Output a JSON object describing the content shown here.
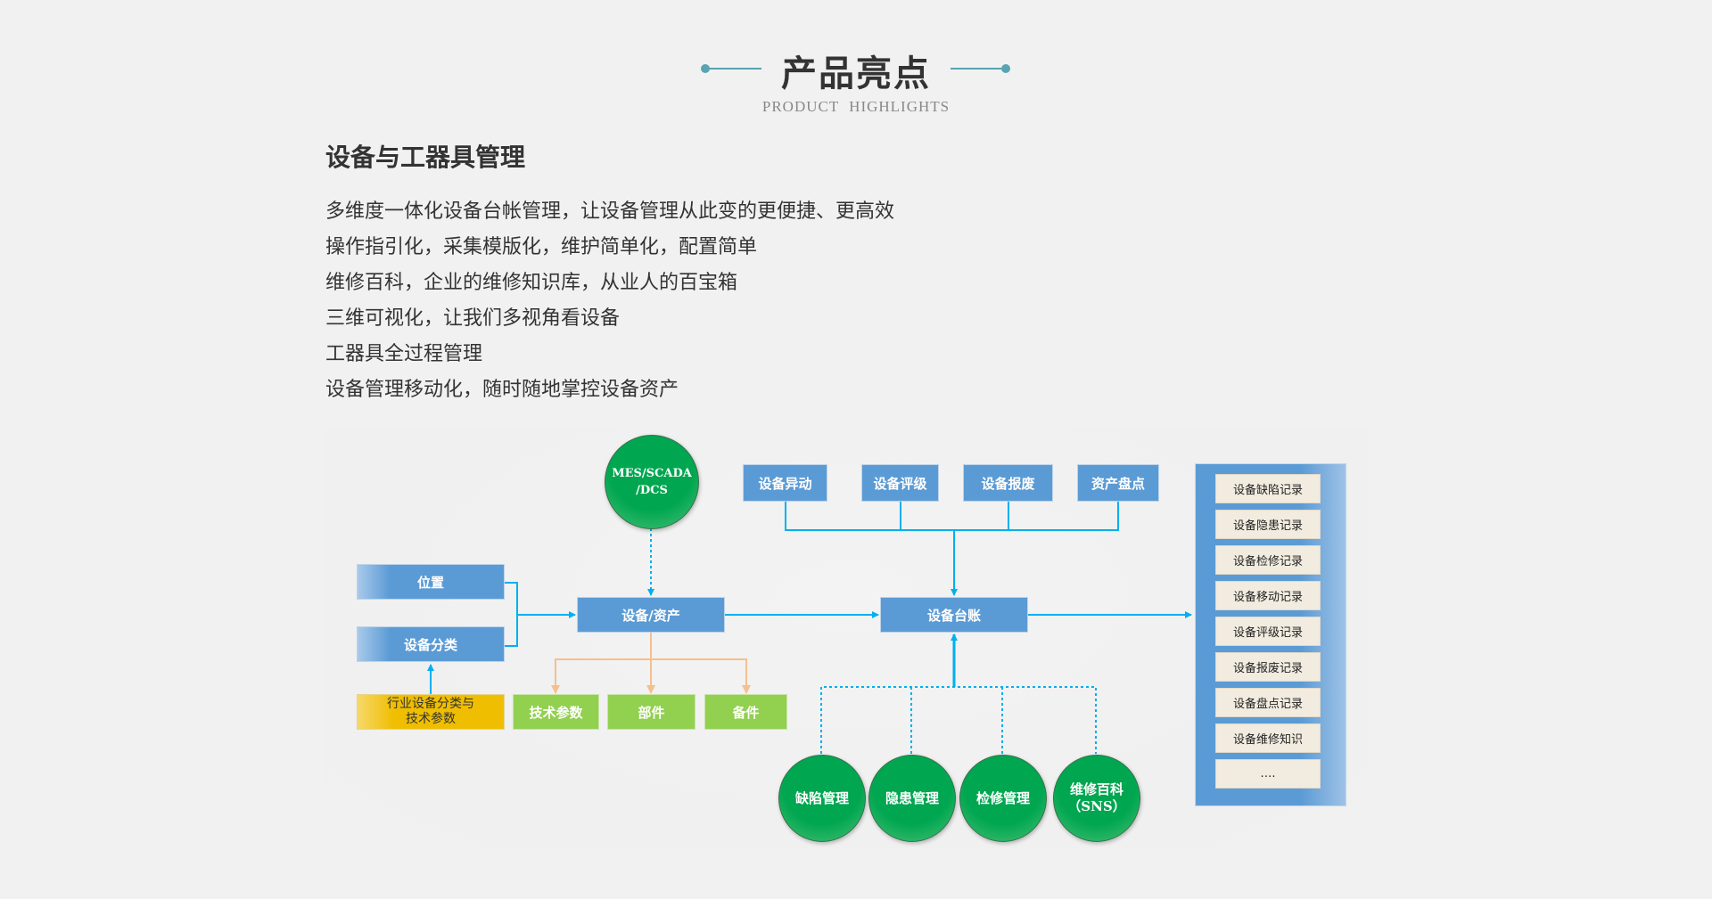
{
  "header": {
    "title": "产品亮点",
    "subtitle": "PRODUCT  HIGHLIGHTS"
  },
  "section": {
    "title": "设备与工器具管理",
    "features": [
      "多维度一体化设备台帐管理，让设备管理从此变的更便捷、更高效",
      "操作指引化，采集模版化，维护简单化，配置简单",
      "维修百科，企业的维修知识库，从业人的百宝箱",
      "三维可视化，让我们多视角看设备",
      "工器具全过程管理",
      "设备管理移动化，随时随地掌控设备资产"
    ]
  },
  "diagram": {
    "source_circle": {
      "line1": "MES/SCADA",
      "line2": "/DCS"
    },
    "left_boxes": {
      "location": "位置",
      "category": "设备分类"
    },
    "industry_box": {
      "line1": "行业设备分类与",
      "line2": "技术参数"
    },
    "asset_box": "设备/资产",
    "asset_children": [
      "技术参数",
      "部件",
      "备件"
    ],
    "top_boxes": [
      "设备异动",
      "设备评级",
      "设备报废",
      "资产盘点"
    ],
    "ledger_box": "设备台账",
    "bottom_circles": [
      {
        "line1": "缺陷管理",
        "line2": ""
      },
      {
        "line1": "隐患管理",
        "line2": ""
      },
      {
        "line1": "检修管理",
        "line2": ""
      },
      {
        "line1": "维修百科",
        "line2": "（SNS）"
      }
    ],
    "records": [
      "设备缺陷记录",
      "设备隐患记录",
      "设备检修记录",
      "设备移动记录",
      "设备评级记录",
      "设备报废记录",
      "设备盘点记录",
      "设备维修知识",
      "…."
    ]
  },
  "colors": {
    "accent_teal": "#5aa3b0",
    "box_blue": "#5b9bd5",
    "arrow_blue": "#00b0f0",
    "box_green": "#92d050",
    "box_yellow": "#f0be00",
    "circle_green": "#00a650",
    "orange_connector": "#f4c08e",
    "record_beige": "#f2ece0"
  }
}
